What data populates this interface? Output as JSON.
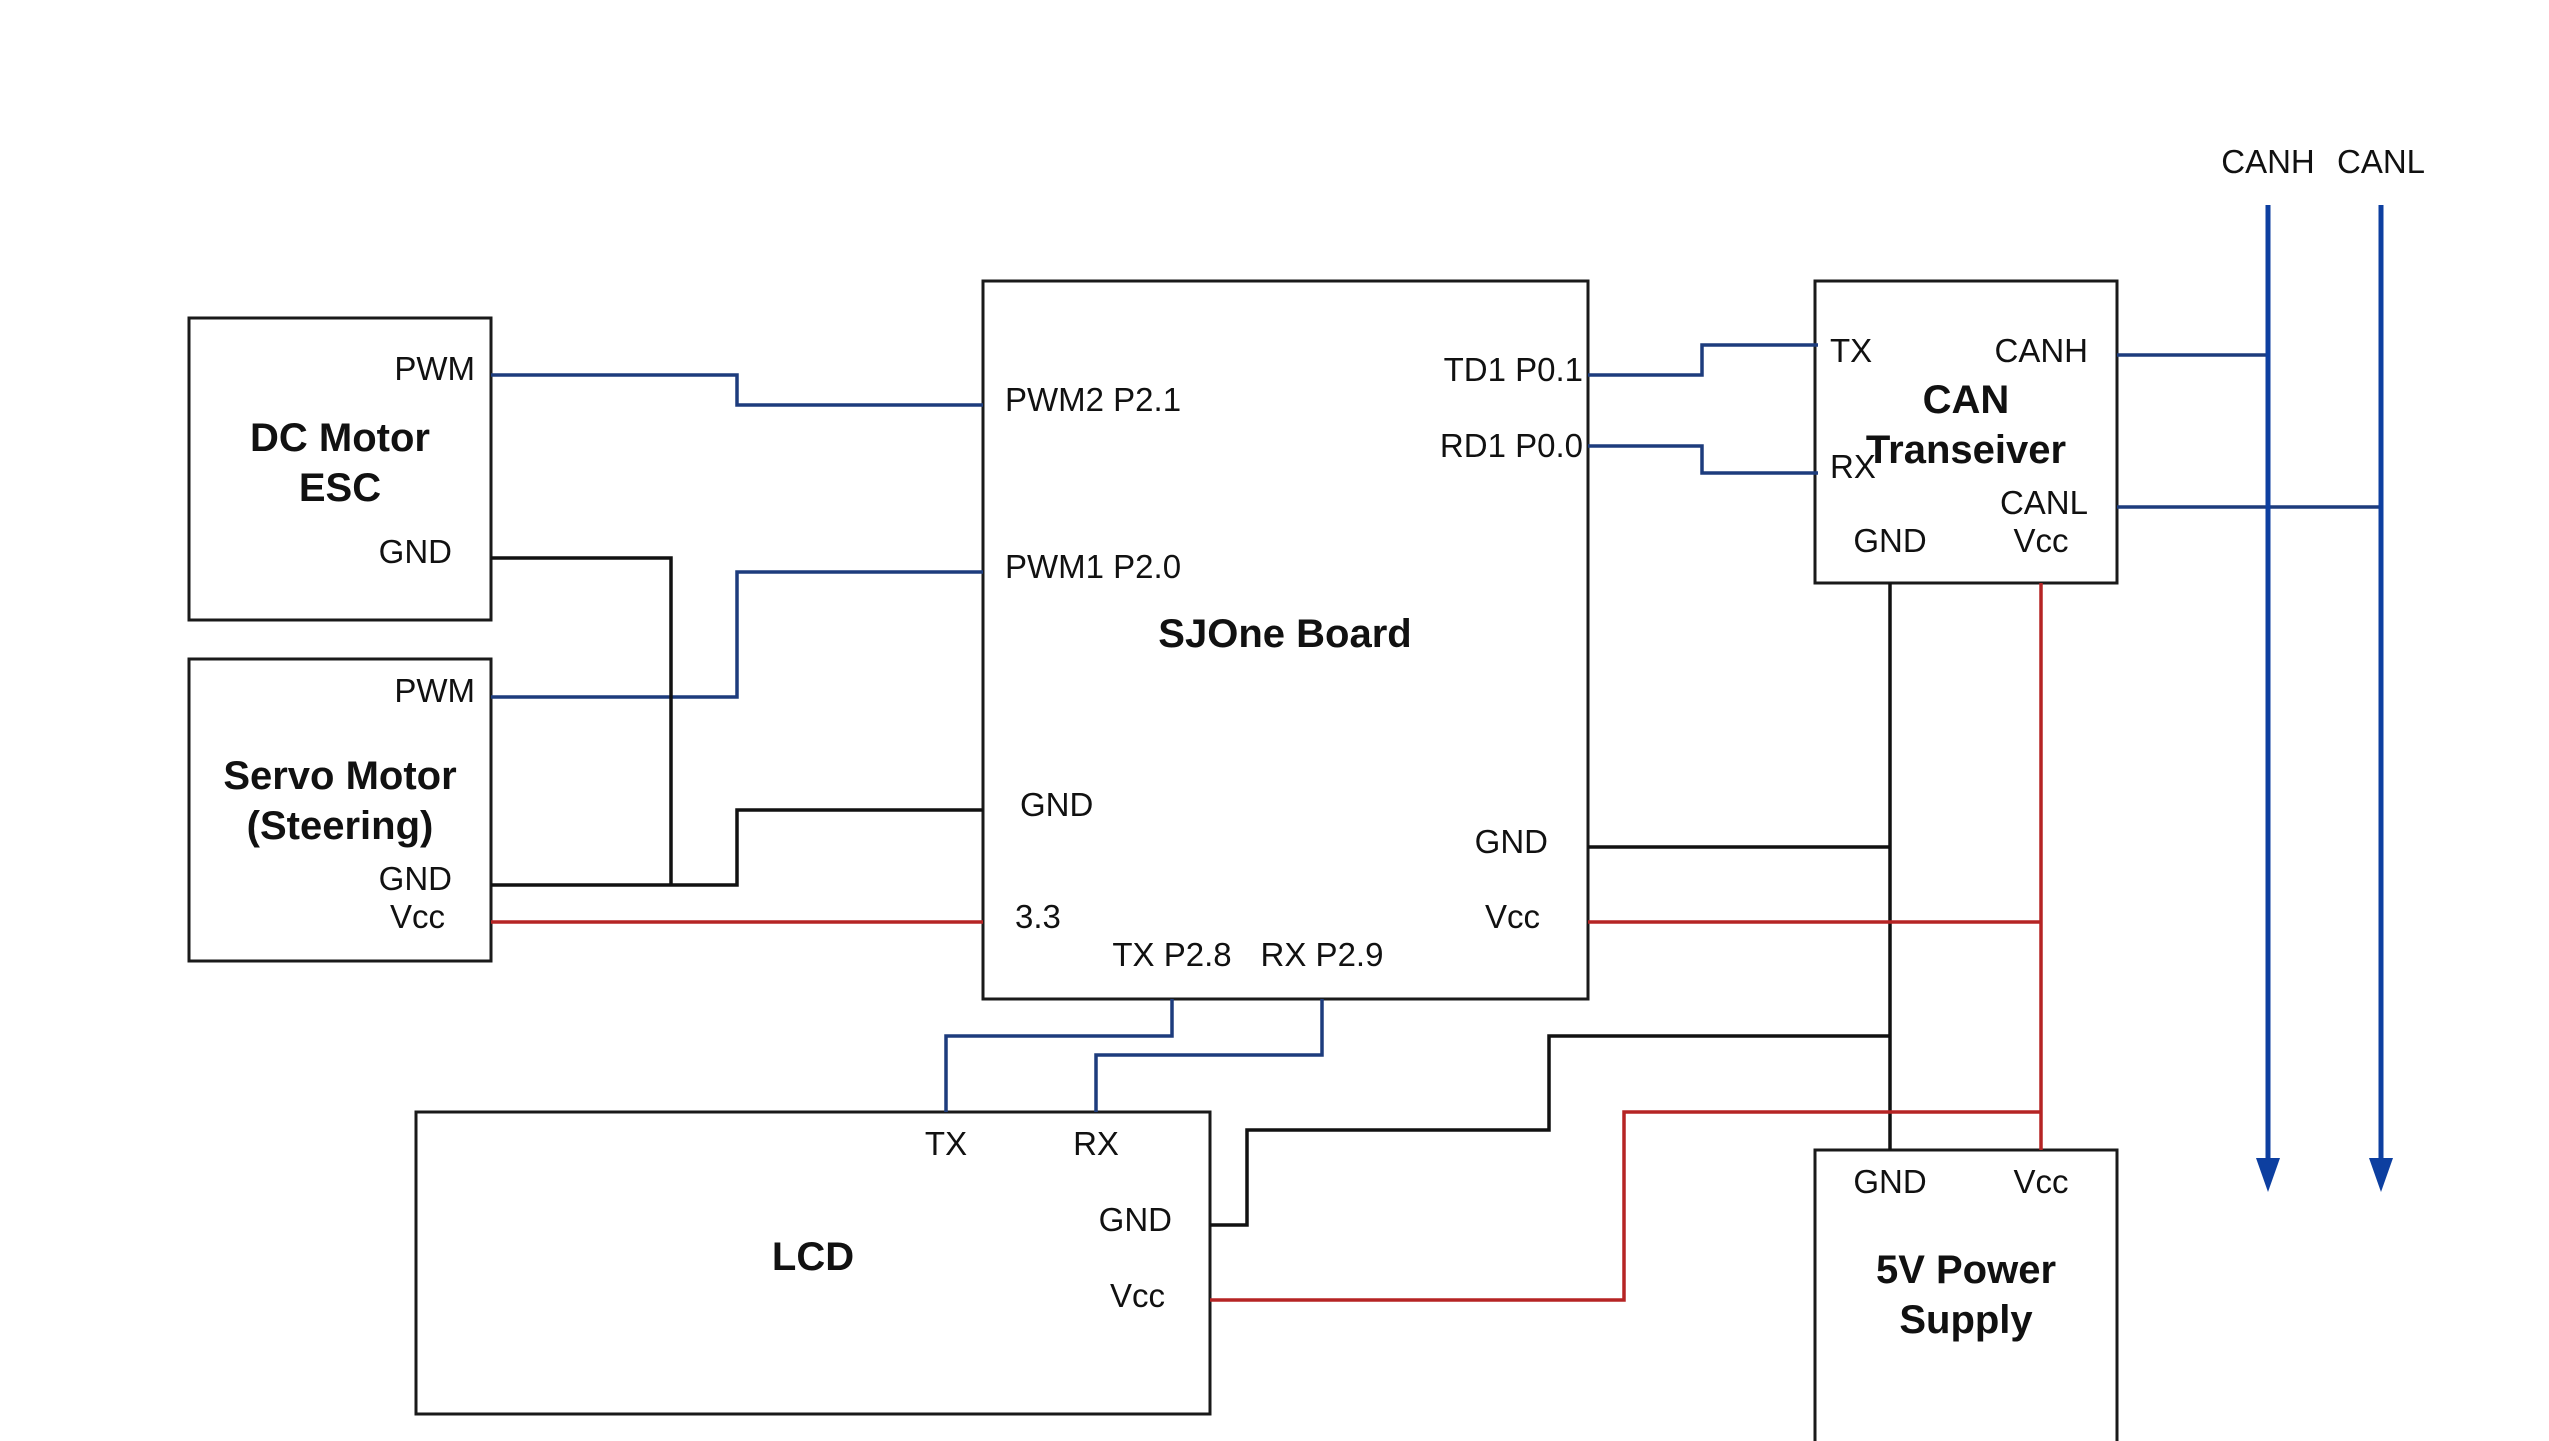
{
  "colors": {
    "signal": "#1d3c7d",
    "ground": "#111111",
    "power": "#b52424",
    "bus": "#0d3fa0"
  },
  "bus": {
    "canh_label": "CANH",
    "canl_label": "CANL"
  },
  "blocks": {
    "dc_motor_esc": {
      "title_line1": "DC Motor",
      "title_line2": "ESC",
      "pins": {
        "pwm": "PWM",
        "gnd": "GND"
      }
    },
    "servo_motor": {
      "title_line1": "Servo Motor",
      "title_line2": "(Steering)",
      "pins": {
        "pwm": "PWM",
        "gnd": "GND",
        "vcc": "Vcc"
      }
    },
    "sjone_board": {
      "title": "SJOne Board",
      "pins": {
        "pwm2": "PWM2 P2.1",
        "pwm1": "PWM1 P2.0",
        "gnd_left": "GND",
        "v33": "3.3",
        "tx": "TX P2.8",
        "rx": "RX P2.9",
        "td1": "TD1 P0.1",
        "rd1": "RD1 P0.0",
        "gnd_right": "GND",
        "vcc": "Vcc"
      }
    },
    "can_transceiver": {
      "title_line1": "CAN",
      "title_line2": "Transeiver",
      "pins": {
        "tx": "TX",
        "rx": "RX",
        "canh": "CANH",
        "canl": "CANL",
        "gnd": "GND",
        "vcc": "Vcc"
      }
    },
    "lcd": {
      "title": "LCD",
      "pins": {
        "tx": "TX",
        "rx": "RX",
        "gnd": "GND",
        "vcc": "Vcc"
      }
    },
    "power_supply": {
      "title_line1": "5V Power",
      "title_line2": "Supply",
      "pins": {
        "gnd": "GND",
        "vcc": "Vcc"
      }
    }
  }
}
